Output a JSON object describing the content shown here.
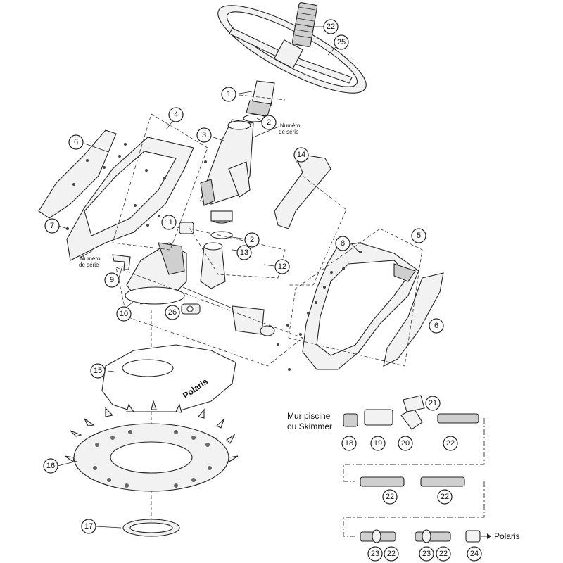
{
  "diagram": {
    "callouts": {
      "c1": "1",
      "c2a": "2",
      "c2b": "2",
      "c3": "3",
      "c4": "4",
      "c5": "5",
      "c6a": "6",
      "c6b": "6",
      "c7": "7",
      "c8": "8",
      "c9": "9",
      "c10": "10",
      "c11": "11",
      "c12": "12",
      "c13": "13",
      "c14": "14",
      "c15": "15",
      "c16": "16",
      "c17": "17",
      "c18": "18",
      "c19": "19",
      "c20": "20",
      "c21": "21",
      "c22a": "22",
      "c22b": "22",
      "c22c": "22",
      "c22d": "22",
      "c22e": "22",
      "c22f": "22",
      "c23a": "23",
      "c23b": "23",
      "c24": "24",
      "c25": "25",
      "c26": "26"
    },
    "notes": {
      "serial_top_line1": "Numéro",
      "serial_top_line2": "de série",
      "serial_bottom_line1": "Numéro",
      "serial_bottom_line2": "de série"
    },
    "hose_kit": {
      "wall_label_line1": "Mur piscine",
      "wall_label_line2": "ou Skimmer",
      "end_label": "Polaris"
    },
    "brand_marks": {
      "skirt_logo": "Polaris"
    }
  }
}
